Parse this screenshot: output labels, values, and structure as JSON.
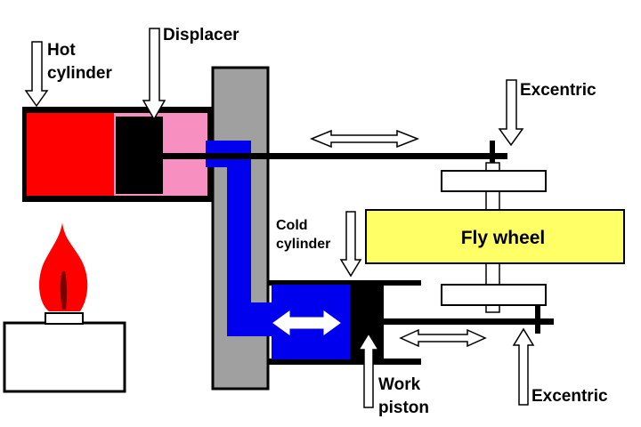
{
  "title": "Stirling engine schematic",
  "labels": {
    "hot_cylinder_line1": "Hot",
    "hot_cylinder_line2": "cylinder",
    "displacer": "Displacer",
    "excentric_top": "Excentric",
    "cold_cylinder_line1": "Cold",
    "cold_cylinder_line2": "cylinder",
    "fly_wheel": "Fly wheel",
    "work_piston_line1": "Work",
    "work_piston_line2": "piston",
    "excentric_bottom": "Excentric"
  },
  "colors": {
    "hot_gas": "#ff0000",
    "hot_cylinder_pink": "#f78fc0",
    "cold_gas": "#0000ee",
    "wall_gray": "#a0a0a0",
    "fly_wheel": "#ffff66",
    "flame": "#ff0000",
    "flame_core": "#7a0000",
    "outline": "#000000"
  }
}
